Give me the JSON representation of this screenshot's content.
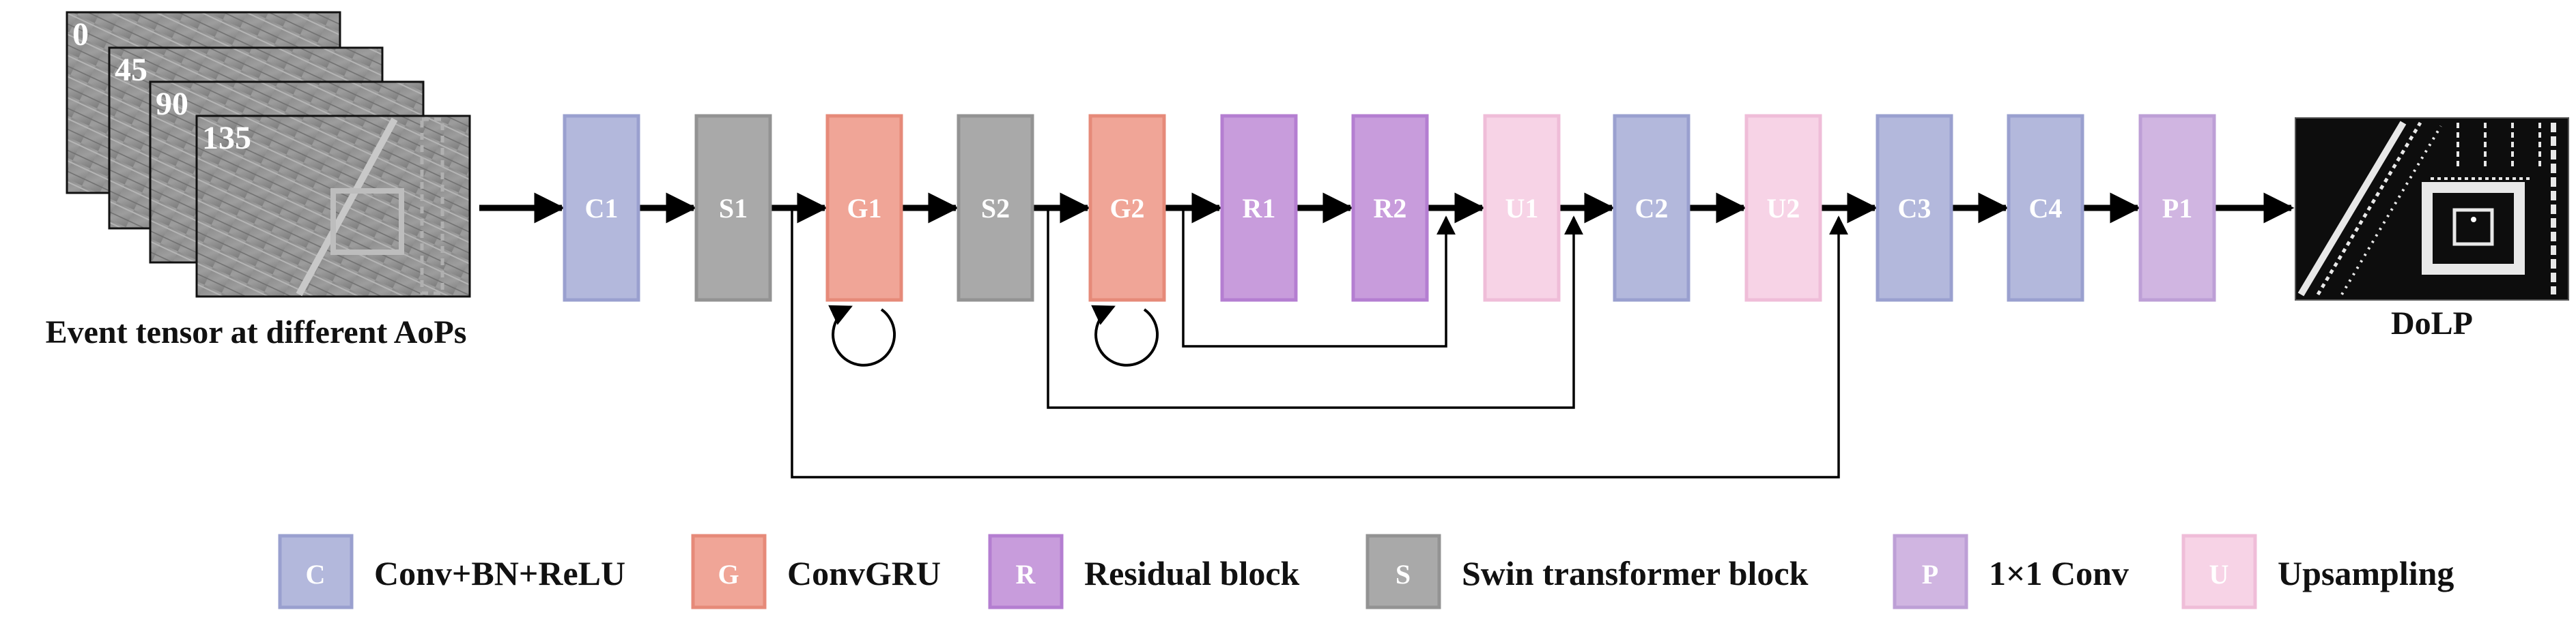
{
  "input": {
    "caption": "Event tensor at different AoPs",
    "frames": [
      "0",
      "45",
      "90",
      "135"
    ]
  },
  "output": {
    "caption": "DoLP"
  },
  "blocks": [
    {
      "id": "C1",
      "type": "C"
    },
    {
      "id": "S1",
      "type": "S"
    },
    {
      "id": "G1",
      "type": "G"
    },
    {
      "id": "S2",
      "type": "S"
    },
    {
      "id": "G2",
      "type": "G"
    },
    {
      "id": "R1",
      "type": "R"
    },
    {
      "id": "R2",
      "type": "R"
    },
    {
      "id": "U1",
      "type": "U"
    },
    {
      "id": "C2",
      "type": "C"
    },
    {
      "id": "U2",
      "type": "U"
    },
    {
      "id": "C3",
      "type": "C"
    },
    {
      "id": "C4",
      "type": "C"
    },
    {
      "id": "P1",
      "type": "P"
    }
  ],
  "skip_connections": [
    {
      "from": "S1",
      "to": "U2"
    },
    {
      "from": "S2",
      "to": "C2"
    },
    {
      "from": "G2",
      "to": "U1"
    }
  ],
  "recurrent": [
    "G1",
    "G2"
  ],
  "types": {
    "C": {
      "fill": "#b3b8dc",
      "stroke": "#9aa0cf",
      "text": "#ffffff"
    },
    "S": {
      "fill": "#a9a9a9",
      "stroke": "#939393",
      "text": "#ffffff"
    },
    "G": {
      "fill": "#f0a597",
      "stroke": "#e68a79",
      "text": "#ffffff"
    },
    "R": {
      "fill": "#c89cdc",
      "stroke": "#b47ed1",
      "text": "#ffffff"
    },
    "U": {
      "fill": "#f7d3e6",
      "stroke": "#efbdd8",
      "text": "#ffffff"
    },
    "P": {
      "fill": "#d0b5e1",
      "stroke": "#bd9fd6",
      "text": "#ffffff"
    }
  },
  "legend": [
    {
      "symbol": "C",
      "label": "Conv+BN+ReLU"
    },
    {
      "symbol": "G",
      "label": "ConvGRU"
    },
    {
      "symbol": "R",
      "label": "Residual block"
    },
    {
      "symbol": "S",
      "label": "Swin transformer block"
    },
    {
      "symbol": "P",
      "label": "1×1 Conv"
    },
    {
      "symbol": "U",
      "label": "Upsampling"
    }
  ]
}
